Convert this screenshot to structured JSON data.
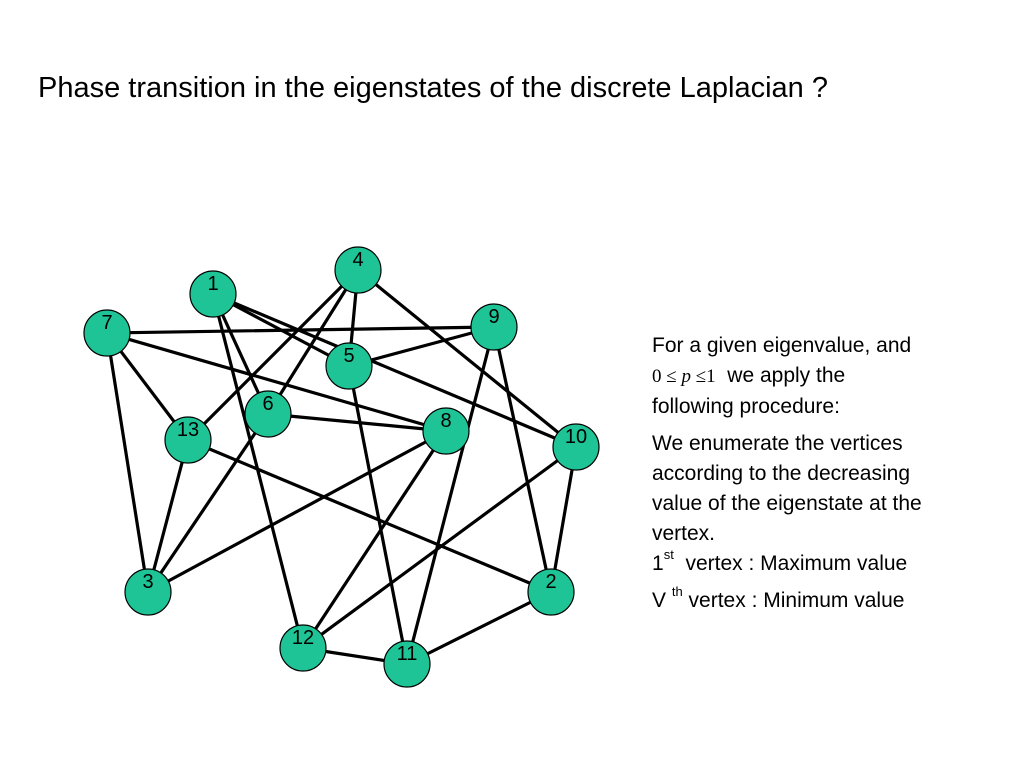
{
  "slide": {
    "title": "Phase transition in the eigenstates of the discrete Laplacian ?"
  },
  "graph": {
    "node_color": "#1ec495",
    "edge_color": "#000000",
    "nodes": [
      {
        "id": "1"
      },
      {
        "id": "2"
      },
      {
        "id": "3"
      },
      {
        "id": "4"
      },
      {
        "id": "5"
      },
      {
        "id": "6"
      },
      {
        "id": "7"
      },
      {
        "id": "8"
      },
      {
        "id": "9"
      },
      {
        "id": "10"
      },
      {
        "id": "11"
      },
      {
        "id": "12"
      },
      {
        "id": "13"
      }
    ],
    "edges": [
      [
        "1",
        "5"
      ],
      [
        "1",
        "6"
      ],
      [
        "1",
        "10"
      ],
      [
        "1",
        "12"
      ],
      [
        "2",
        "9"
      ],
      [
        "2",
        "10"
      ],
      [
        "2",
        "11"
      ],
      [
        "2",
        "13"
      ],
      [
        "3",
        "6"
      ],
      [
        "3",
        "7"
      ],
      [
        "3",
        "8"
      ],
      [
        "3",
        "13"
      ],
      [
        "4",
        "5"
      ],
      [
        "4",
        "6"
      ],
      [
        "4",
        "10"
      ],
      [
        "4",
        "13"
      ],
      [
        "5",
        "9"
      ],
      [
        "5",
        "11"
      ],
      [
        "6",
        "8"
      ],
      [
        "7",
        "8"
      ],
      [
        "7",
        "9"
      ],
      [
        "7",
        "13"
      ],
      [
        "8",
        "12"
      ],
      [
        "9",
        "11"
      ],
      [
        "10",
        "12"
      ],
      [
        "11",
        "12"
      ]
    ]
  },
  "procedure": {
    "intro_line1": "For a given eigenvalue, and",
    "condition": {
      "lower": "0",
      "leq1": "≤",
      "variable": "p",
      "leq2": "≤",
      "upper": "1"
    },
    "intro_line2_suffix": "we apply the",
    "intro_line3": "following procedure:",
    "enumerate_lines": [
      "We enumerate the  vertices",
      "according to the decreasing",
      "value of the eigenstate at the",
      "vertex."
    ],
    "first_vertex": {
      "base": "1",
      "superscript": "st",
      "text": "vertex : Maximum  value"
    },
    "last_vertex": {
      "base": "V",
      "superscript": "th",
      "text": "vertex : Minimum   value"
    }
  }
}
